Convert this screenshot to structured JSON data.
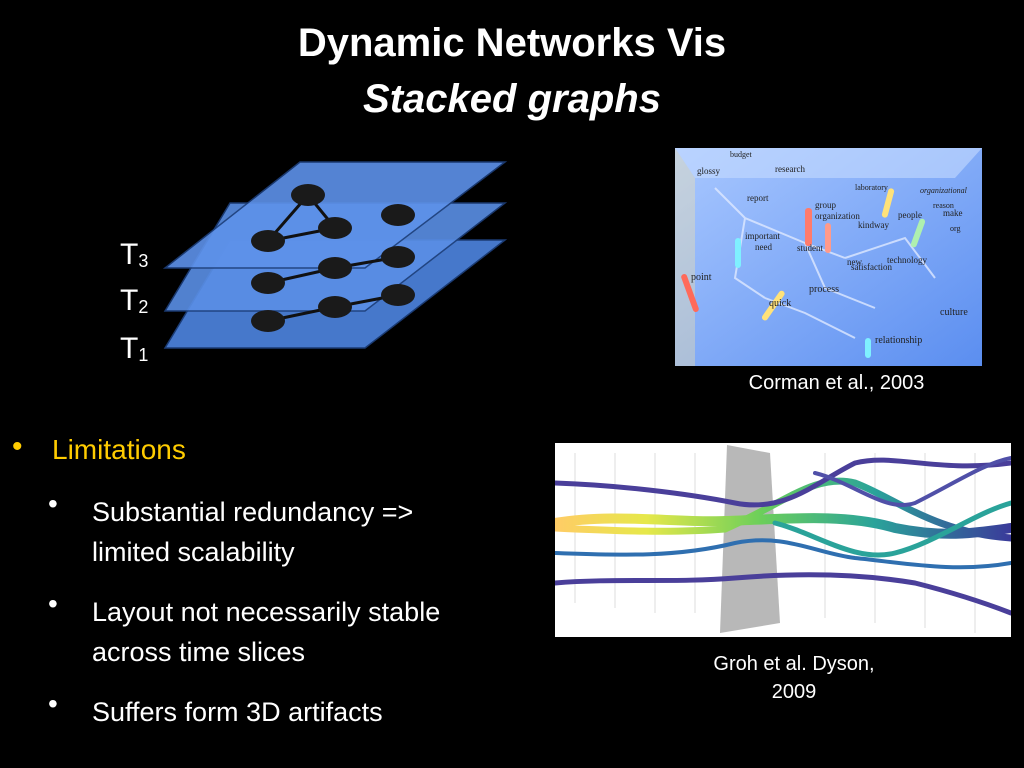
{
  "slide": {
    "title": "Dynamic Networks Vis",
    "subtitle": "Stacked graphs"
  },
  "layers": {
    "labels": [
      {
        "letter": "T",
        "sub": "3"
      },
      {
        "letter": "T",
        "sub": "2"
      },
      {
        "letter": "T",
        "sub": "1"
      }
    ],
    "plane_color": "#4f86d8",
    "node_color": "#1a1a1a"
  },
  "figure1": {
    "caption": "Corman et al., 2003",
    "words": [
      "budget",
      "research",
      "glossy",
      "report",
      "laboratory",
      "organizational",
      "group",
      "organization",
      "kindway",
      "people",
      "make",
      "reason",
      "important",
      "need",
      "student",
      "org",
      "technology",
      "point",
      "new",
      "satisfaction",
      "process",
      "quick",
      "culture",
      "relationship"
    ]
  },
  "figure2": {
    "caption_line1": "Groh et al. Dyson,",
    "caption_line2": "2009"
  },
  "bullets": {
    "main": "Limitations",
    "items": [
      {
        "line1": "Substantial redundancy =>",
        "line2": "limited scalability"
      },
      {
        "line1": "Layout not necessarily stable",
        "line2": "across time slices"
      },
      {
        "line1": "Suffers form 3D artifacts",
        "line2": ""
      }
    ]
  }
}
